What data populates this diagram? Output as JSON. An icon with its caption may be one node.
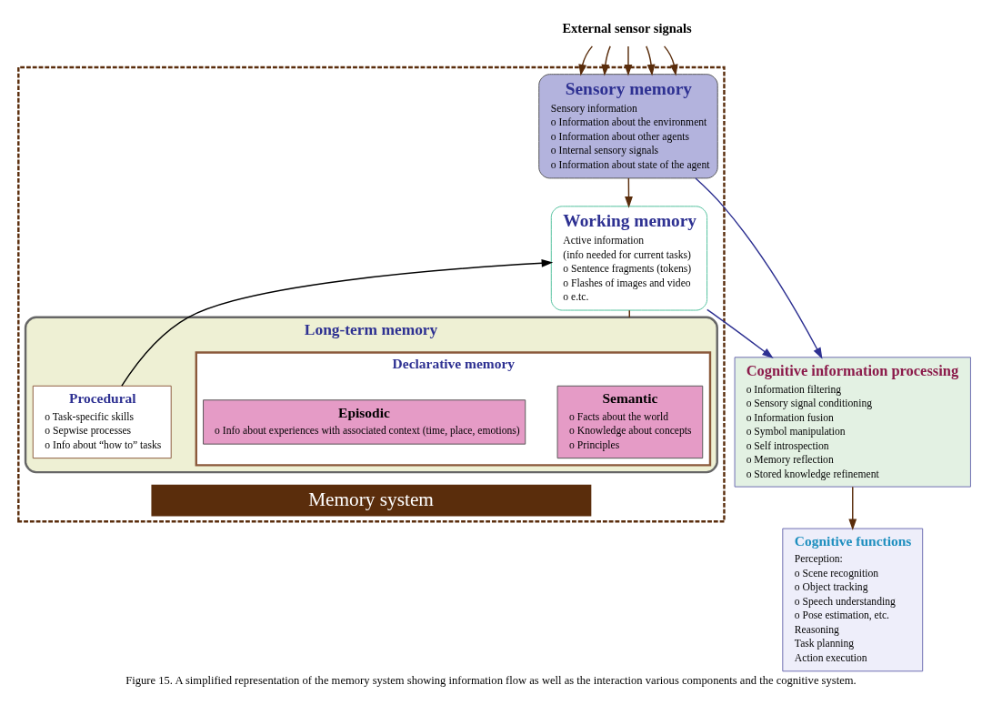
{
  "diagram": {
    "caption": "Figure 15. A simplified representation of the memory system showing information flow as well as the interaction various components and the cognitive system.",
    "nodes": [
      {
        "text": [
          "Memory system"
        ]
      },
      {
        "text": [
          "Sensory memory",
          "Sensory information",
          "o Information about the environment",
          "o Information about other agents",
          "o Internal sensory signals",
          "o Information about state of the agent"
        ],
        "in": 0
      },
      {
        "text": [
          "Working memory",
          "Active information",
          "(info needed for current tasks)",
          "o Sentence fragments (tokens)",
          "o Flashes of images and video",
          "o e.tc."
        ],
        "in": 0
      },
      {
        "text": [
          "Long-term memory"
        ],
        "in": 0
      },
      {
        "text": [
          "Declarative memory"
        ],
        "in": 3
      },
      {
        "text": [
          "Semantic",
          "o Facts about the world",
          "o Knowledge about concepts",
          "o Principles"
        ],
        "in": 4
      },
      {
        "text": [
          "Episodic",
          "o Info about experiences with associated context (time, place, emotions)"
        ],
        "in": 4
      },
      {
        "text": [
          "Procedural",
          "o Task-specific skills",
          "o Sepwise processes",
          "o Info about “how to” tasks"
        ],
        "in": 3
      },
      {
        "text": [
          "Cognitive information processing",
          "o Information filtering",
          "o Sensory signal conditioning",
          "o Information fusion",
          "o Symbol manipulation",
          "o Self introspection",
          "o Memory reflection",
          "o Stored knowledge refinement"
        ]
      },
      {
        "text": [
          "Cognitive functions",
          "Perception:",
          "o Scene recognition",
          "o Object tracking",
          "o Speech understanding",
          "o Pose estimation, etc.",
          "Reasoning",
          "Task planning",
          "Action execution"
        ]
      },
      {
        "text": [
          "External sensor signals"
        ]
      }
    ],
    "edges": [
      {
        "from": 10,
        "to": 1,
        "arrow": "to"
      },
      {
        "from": 10,
        "to": 1,
        "arrow": "to"
      },
      {
        "from": 10,
        "to": 1,
        "arrow": "to"
      },
      {
        "from": 10,
        "to": 1,
        "arrow": "to"
      },
      {
        "from": 10,
        "to": 1,
        "arrow": "to"
      },
      {
        "from": 1,
        "to": 8,
        "arrow": "to",
        "color": "#2e3192"
      },
      {
        "from": 1,
        "to": 2,
        "arrow": "to"
      },
      {
        "from": 2,
        "to": 8,
        "arrow": "to",
        "color": "#2e3192"
      },
      {
        "from": 8,
        "to": 9,
        "arrow": "to"
      },
      {
        "from": 2,
        "to": 3,
        "arrow": "none"
      },
      {
        "from": 7,
        "to": 2,
        "arrow": "to",
        "color": "#000000"
      }
    ]
  }
}
